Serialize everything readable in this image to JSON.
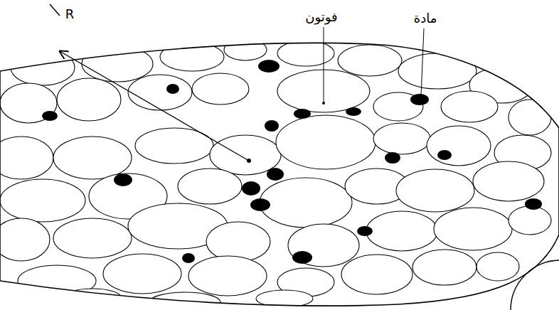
{
  "diagram": {
    "labels": [
      "فوتون",
      "مادة",
      "R"
    ]
  }
}
